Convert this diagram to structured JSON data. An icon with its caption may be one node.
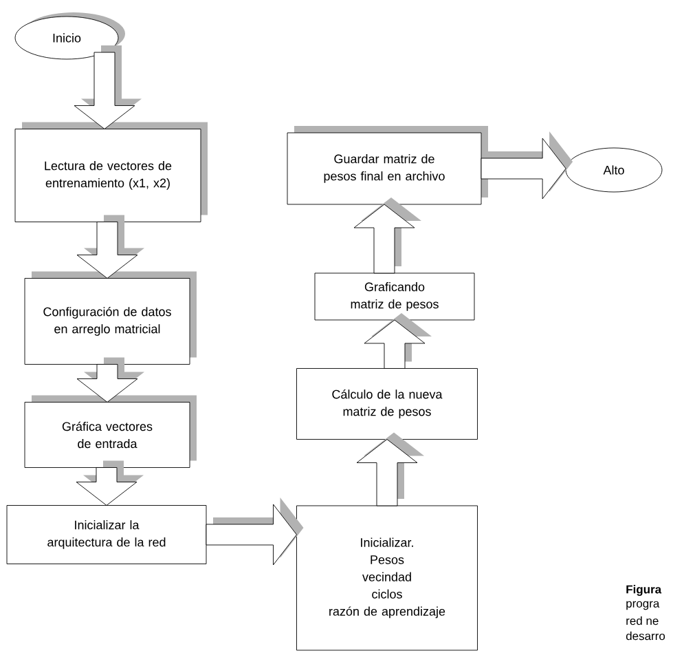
{
  "diagram": {
    "nodes": [
      {
        "text": [
          "Inicio"
        ]
      },
      {
        "text": [
          "Lectura de vectores de entrenamiento (x1, x2)"
        ]
      },
      {
        "text": [
          "Configuración de datos en arreglo matricial"
        ]
      },
      {
        "text": [
          "Gráfica vectores de entrada"
        ]
      },
      {
        "text": [
          "Inicializar la arquitectura de la red"
        ]
      },
      {
        "text": [
          "Inicializar.",
          "Pesos",
          "vecindad",
          "ciclos",
          "razón de aprendizaje"
        ]
      },
      {
        "text": [
          "Cálculo de la nueva matriz de pesos"
        ]
      },
      {
        "text": [
          "Graficando matriz de pesos"
        ]
      },
      {
        "text": [
          "Guardar matriz de pesos final en archivo"
        ]
      },
      {
        "text": [
          "Alto"
        ]
      }
    ],
    "edges": [
      {
        "from": 0,
        "to": 1,
        "arrow": "to"
      },
      {
        "from": 1,
        "to": 2,
        "arrow": "to"
      },
      {
        "from": 2,
        "to": 3,
        "arrow": "to"
      },
      {
        "from": 3,
        "to": 4,
        "arrow": "to"
      },
      {
        "from": 4,
        "to": 5,
        "arrow": "to"
      },
      {
        "from": 5,
        "to": 6,
        "arrow": "to"
      },
      {
        "from": 6,
        "to": 7,
        "arrow": "to"
      },
      {
        "from": 7,
        "to": 8,
        "arrow": "to"
      },
      {
        "from": 8,
        "to": 9,
        "arrow": "to"
      }
    ],
    "labels": [
      "Figura",
      "progra",
      "red ne",
      "desarro"
    ]
  }
}
